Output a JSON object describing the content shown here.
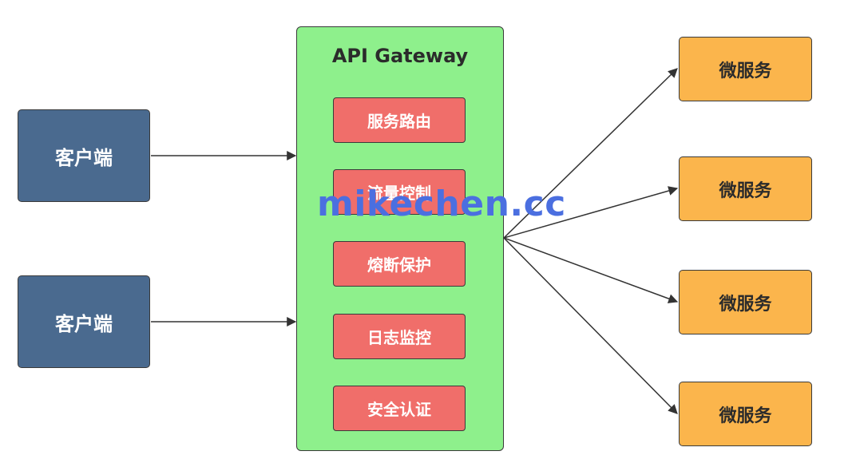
{
  "clients": [
    {
      "label": "客户端"
    },
    {
      "label": "客户端"
    }
  ],
  "gateway": {
    "title": "API Gateway",
    "modules": [
      {
        "label": "服务路由"
      },
      {
        "label": "流量控制"
      },
      {
        "label": "熔断保护"
      },
      {
        "label": "日志监控"
      },
      {
        "label": "安全认证"
      }
    ]
  },
  "services": [
    {
      "label": "微服务"
    },
    {
      "label": "微服务"
    },
    {
      "label": "微服务"
    },
    {
      "label": "微服务"
    }
  ],
  "watermark": "mikechen.cc",
  "colors": {
    "client": "#4a6a8f",
    "gateway": "#8ef08c",
    "module": "#f06e6a",
    "service": "#fbb54c",
    "watermark": "#4b6fe0"
  }
}
